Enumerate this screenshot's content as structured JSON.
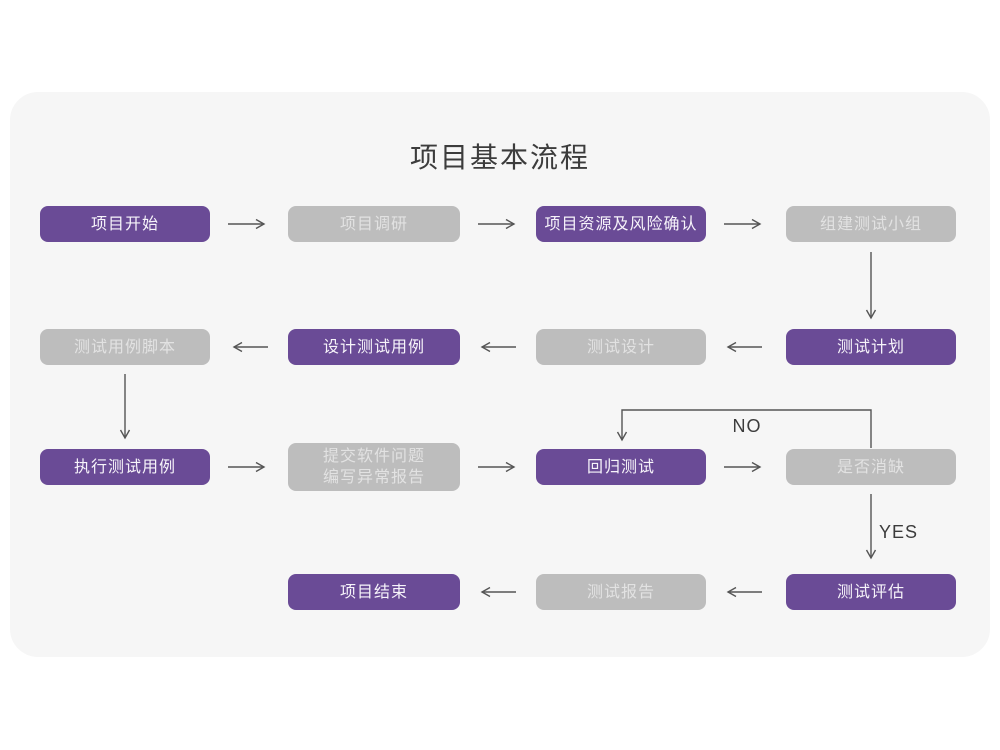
{
  "title": "项目基本流程",
  "colors": {
    "primary_node": "#6a4b96",
    "secondary_node": "#bdbdbd",
    "card_background": "#f6f6f6",
    "page_background": "#ffffff",
    "arrow": "#555555",
    "title_text": "#3c3c3c"
  },
  "nodes": [
    {
      "id": "start",
      "label": "项目开始",
      "style": "primary"
    },
    {
      "id": "research",
      "label": "项目调研",
      "style": "secondary"
    },
    {
      "id": "risk",
      "label": "项目资源及风险确认",
      "style": "primary"
    },
    {
      "id": "team",
      "label": "组建测试小组",
      "style": "secondary"
    },
    {
      "id": "script",
      "label": "测试用例脚本",
      "style": "secondary"
    },
    {
      "id": "design-case",
      "label": "设计测试用例",
      "style": "primary"
    },
    {
      "id": "test-design",
      "label": "测试设计",
      "style": "secondary"
    },
    {
      "id": "plan",
      "label": "测试计划",
      "style": "primary"
    },
    {
      "id": "execute",
      "label": "执行测试用例",
      "style": "primary"
    },
    {
      "id": "report-issue",
      "label": "提交软件问题\n编写异常报告",
      "style": "secondary"
    },
    {
      "id": "regression",
      "label": "回归测试",
      "style": "primary"
    },
    {
      "id": "defect-check",
      "label": "是否消缺",
      "style": "secondary"
    },
    {
      "id": "end",
      "label": "项目结束",
      "style": "primary"
    },
    {
      "id": "test-report",
      "label": "测试报告",
      "style": "secondary"
    },
    {
      "id": "evaluate",
      "label": "测试评估",
      "style": "primary"
    }
  ],
  "edge_labels": {
    "no": "NO",
    "yes": "YES"
  },
  "edges": [
    {
      "from": "start",
      "to": "research"
    },
    {
      "from": "research",
      "to": "risk"
    },
    {
      "from": "risk",
      "to": "team"
    },
    {
      "from": "team",
      "to": "plan"
    },
    {
      "from": "plan",
      "to": "test-design"
    },
    {
      "from": "test-design",
      "to": "design-case"
    },
    {
      "from": "design-case",
      "to": "script"
    },
    {
      "from": "script",
      "to": "execute"
    },
    {
      "from": "execute",
      "to": "report-issue"
    },
    {
      "from": "report-issue",
      "to": "regression"
    },
    {
      "from": "regression",
      "to": "defect-check"
    },
    {
      "from": "defect-check",
      "to": "regression",
      "label": "NO"
    },
    {
      "from": "defect-check",
      "to": "evaluate",
      "label": "YES"
    },
    {
      "from": "evaluate",
      "to": "test-report"
    },
    {
      "from": "test-report",
      "to": "end"
    }
  ]
}
